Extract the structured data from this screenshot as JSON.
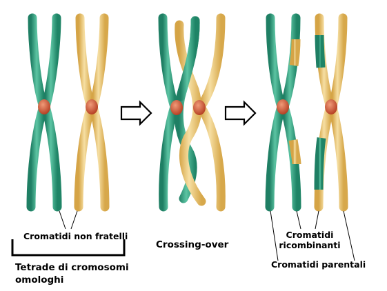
{
  "colors": {
    "green": "#2e9c7e",
    "green_light": "#6fcbad",
    "yellow": "#e6bf63",
    "yellow_light": "#f4dc9e",
    "centromere": "#c24a2a",
    "centromere_light": "#e88766"
  },
  "labels": {
    "non_sister": "Cromatidi non fratelli",
    "tetrad_line1": "Tetrade di cromosomi",
    "tetrad_line2": "omologhi",
    "crossing_over": "Crossing-over",
    "recomb_line1": "Cromatidi",
    "recomb_line2": "ricombinanti",
    "parental": "Cromatidi parentali"
  },
  "icons": [
    "right-arrow-icon",
    "right-arrow-icon"
  ]
}
